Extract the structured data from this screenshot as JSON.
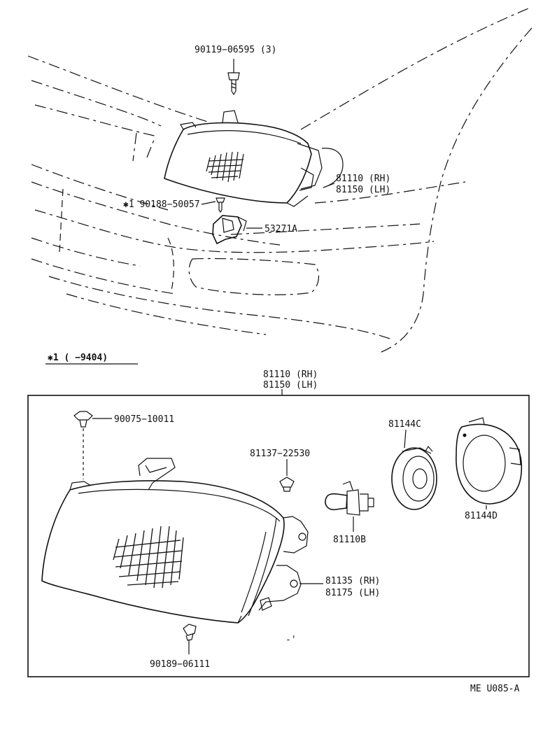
{
  "upper": {
    "bolt_part": "90119−06595 (3)",
    "headlamp_rh": "81110 (RH)",
    "headlamp_lh": "81150 (LH)",
    "screw_part": "✱1 90188−50057",
    "bracket_part": "53271A"
  },
  "note": {
    "footnote": "✱1 (      −9404)"
  },
  "detail": {
    "header_rh": "81110 (RH)",
    "header_lh": "81150 (LH)",
    "clip_part": "90075−10011",
    "grommet_part": "81137−22530",
    "retainer_part": "81144C",
    "cover_part": "81144D",
    "bulb_part": "81110B",
    "adjuster_rh": "81135 (RH)",
    "adjuster_lh": "81175 (LH)",
    "nut_part": "90189−06111"
  },
  "diagram_code": "ME U085-A"
}
